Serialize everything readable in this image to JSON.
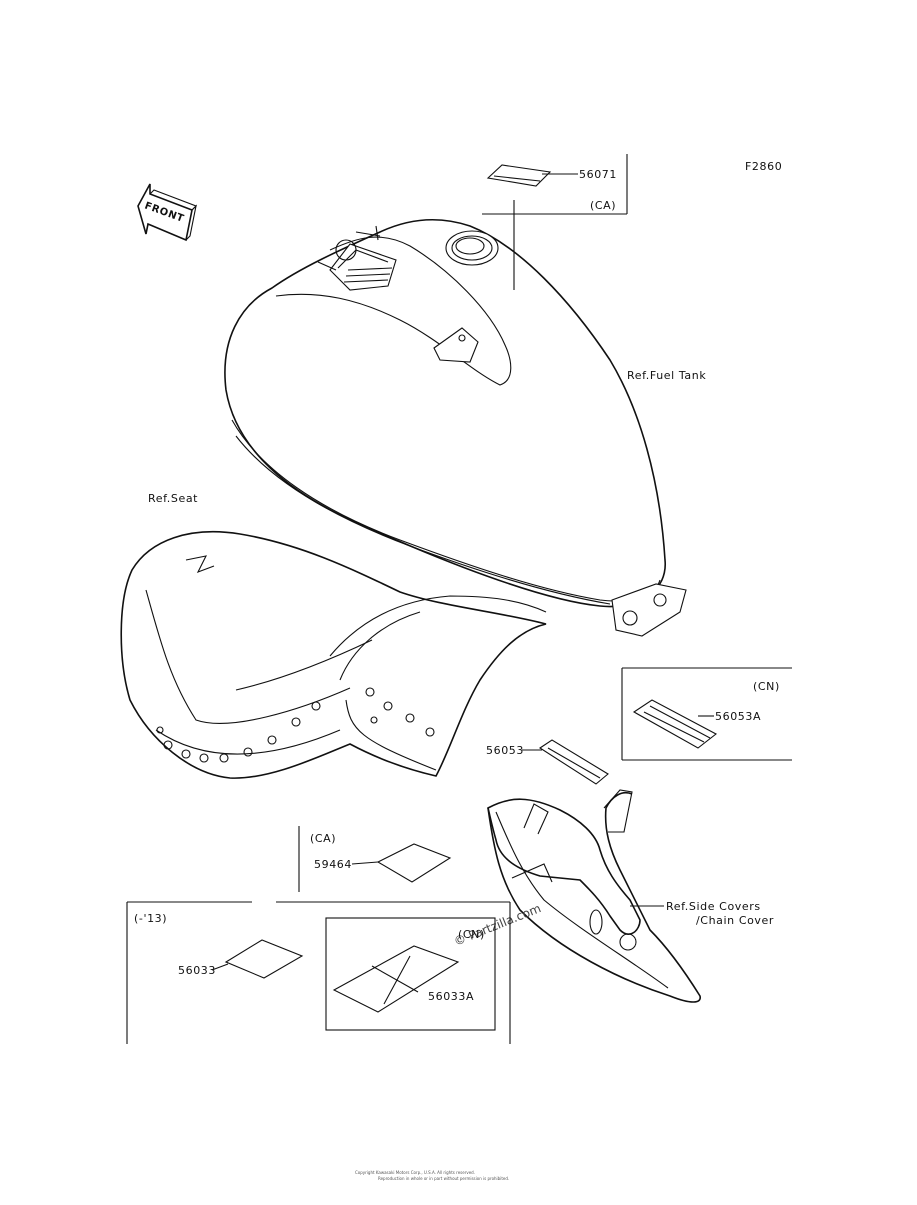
{
  "figure_code": "F2860",
  "front_label": "FRONT",
  "parts": {
    "p56071": "56071",
    "p56053A": "56053A",
    "p56053": "56053",
    "p59464": "59464",
    "p56033": "56033",
    "p56033A": "56033A"
  },
  "references": {
    "fuel_tank": "Ref.Fuel Tank",
    "seat": "Ref.Seat",
    "side_covers_line1": "Ref.Side Covers",
    "side_covers_line2": "/Chain Cover"
  },
  "region_labels": {
    "ca_top": "(CA)",
    "cn": "(CN)",
    "ca_mid": "(CA)",
    "model_range": "(-'13)",
    "cn_box": "(CN)"
  },
  "watermark": "© Partzilla.com",
  "footer": {
    "line1": "Copyright Kawasaki Motors Corp., U.S.A. All rights reserved.",
    "line2": "Reproduction in whole or in part without permission is prohibited."
  }
}
